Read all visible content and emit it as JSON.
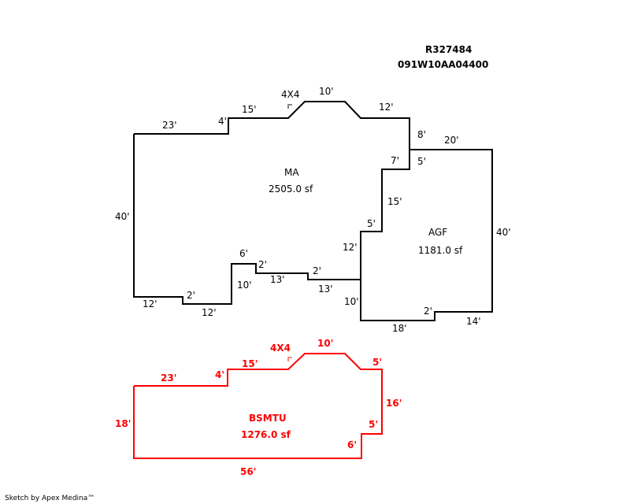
{
  "header": {
    "parcel_id": "R327484",
    "map_number": "091W10AA04400"
  },
  "areas": {
    "ma": {
      "name": "MA",
      "area": "2505.0 sf",
      "color": "#000000",
      "dims": [
        "4X4",
        "10'",
        "12'",
        "15'",
        "4'",
        "23'",
        "8'",
        "20'",
        "7'",
        "5'",
        "15'",
        "40'",
        "5'",
        "12'",
        "6'",
        "2'",
        "2'",
        "13'",
        "10'",
        "13'",
        "2'",
        "12'",
        "12'",
        "10'"
      ]
    },
    "agf": {
      "name": "AGF",
      "area": "1181.0 sf",
      "color": "#000000",
      "dims": [
        "40'",
        "2'",
        "14'",
        "18'"
      ]
    },
    "bsmtu": {
      "name": "BSMTU",
      "area": "1276.0 sf",
      "color": "#ff0000",
      "dims": [
        "4X4",
        "10'",
        "15'",
        "5'",
        "23'",
        "4'",
        "16'",
        "18'",
        "5'",
        "6'",
        "56'"
      ]
    }
  },
  "footer": {
    "credit": "Sketch by Apex Medina™"
  }
}
